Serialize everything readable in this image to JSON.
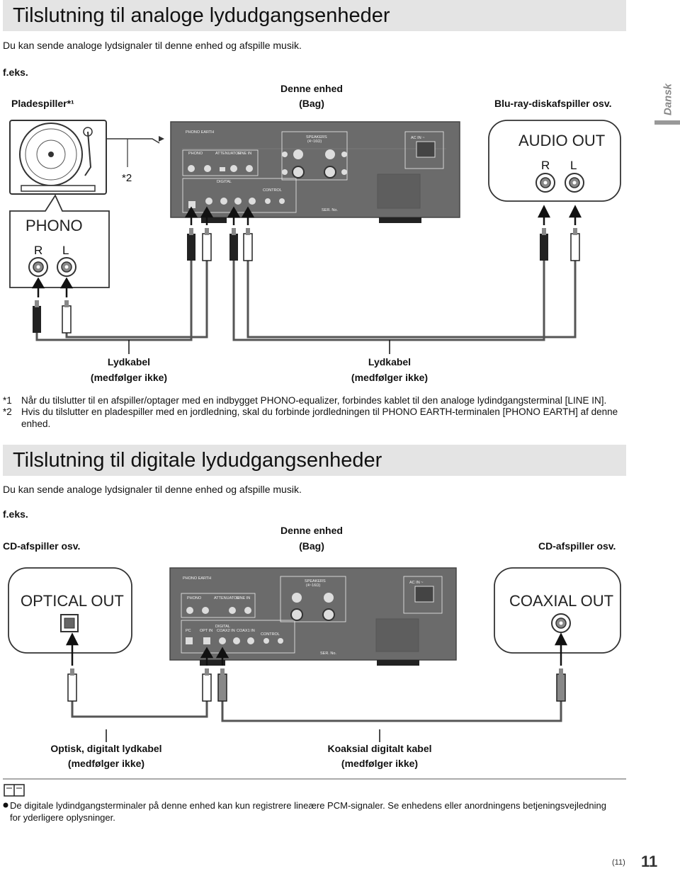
{
  "language_tab": "Dansk",
  "analog": {
    "title": "Tilslutning til analoge lydudgangsenheder",
    "intro": "Du kan sende analoge lydsignaler til denne enhed og afspille musik.",
    "example": "f.eks.",
    "source_left": "Pladespiller*¹",
    "unit_line1": "Denne enhed",
    "unit_line2": "(Bag)",
    "source_right": "Blu-ray-diskafspiller osv.",
    "ground_note": "*2",
    "phono_box": {
      "title": "PHONO",
      "r": "R",
      "l": "L"
    },
    "audio_out_box": {
      "title": "AUDIO OUT",
      "r": "R",
      "l": "L"
    },
    "cable_left_1": "Lydkabel",
    "cable_left_2": "(medfølger ikke)",
    "cable_right_1": "Lydkabel",
    "cable_right_2": "(medfølger ikke)",
    "footnotes": [
      {
        "mark": "*1",
        "text": "Når du tilslutter til en afspiller/optager med en indbygget PHONO-equalizer, forbindes kablet til den analoge lydindgangsterminal [LINE IN]."
      },
      {
        "mark": "*2",
        "text": "Hvis du tilslutter en pladespiller med en jordledning, skal du forbinde jordledningen til PHONO EARTH-terminalen [PHONO EARTH] af denne enhed."
      }
    ]
  },
  "digital": {
    "title": "Tilslutning til digitale lydudgangsenheder",
    "intro": "Du kan sende analoge lydsignaler til denne enhed og afspille musik.",
    "example": "f.eks.",
    "source_left": "CD-afspiller osv.",
    "unit_line1": "Denne enhed",
    "unit_line2": "(Bag)",
    "source_right": "CD-afspiller osv.",
    "optical_box": "OPTICAL OUT",
    "coaxial_box": "COAXIAL OUT",
    "cable_left_1": "Optisk, digitalt lydkabel",
    "cable_left_2": "(medfølger ikke)",
    "cable_right_1": "Koaksial digitalt kabel",
    "cable_right_2": "(medfølger ikke)",
    "note": "De digitale lydindgangsterminaler på denne enhed kan kun registrere lineære PCM-signaler. Se enhedens eller anordningens betjeningsvejledning for yderligere oplysninger."
  },
  "panel_labels": {
    "phono_earth": "PHONO\nEARTH",
    "speakers": "SPEAKERS",
    "speakers_imp": "(4~16Ω)",
    "ac_in": "AC IN ~",
    "phono": "PHONO",
    "attenuator": "ATTENUATOR",
    "line_in": "LINE IN",
    "digital": "DIGITAL",
    "pc": "PC",
    "opt_in": "OPT IN",
    "coax2_in": "COAX2 IN",
    "coax1_in": "COAX1 IN",
    "control": "CONTROL",
    "ser_no": "SER. No."
  },
  "page": {
    "number_paren": "(11)",
    "number": "11"
  },
  "colors": {
    "section_bar": "#e4e4e4",
    "panel": "#6b6b6b",
    "cable": "#555555"
  }
}
